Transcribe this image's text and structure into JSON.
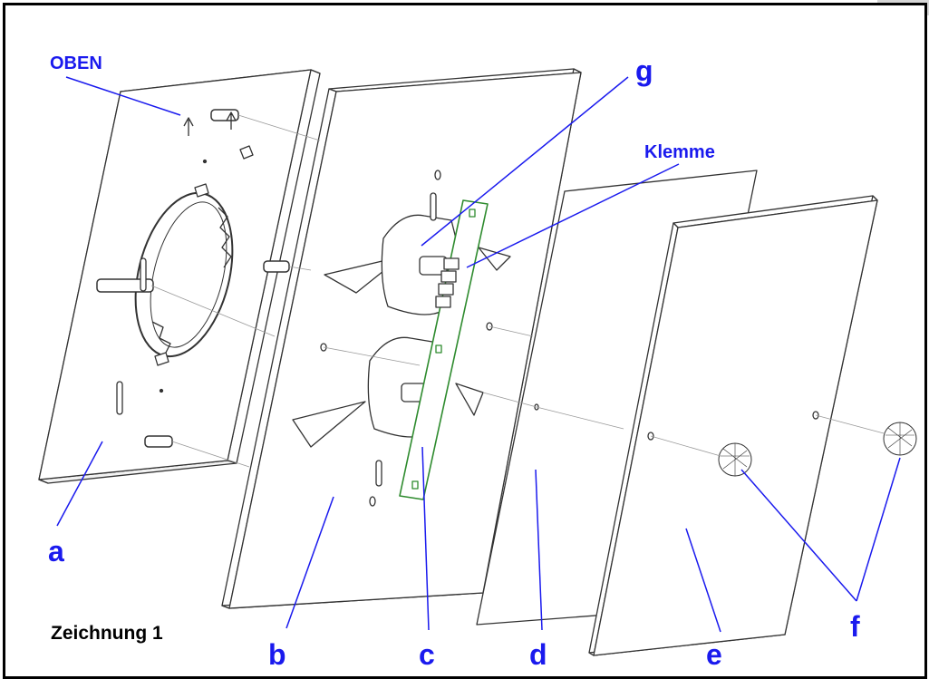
{
  "labels": {
    "oben": "OBEN",
    "klemme": "Klemme",
    "a": "a",
    "b": "b",
    "c": "c",
    "d": "d",
    "e": "e",
    "f": "f",
    "g": "g"
  },
  "caption": "Zeichnung 1",
  "colors": {
    "label": "#1a1aee",
    "pcb": "#2e8b2e",
    "outline": "#333333",
    "frame": "#000000"
  }
}
